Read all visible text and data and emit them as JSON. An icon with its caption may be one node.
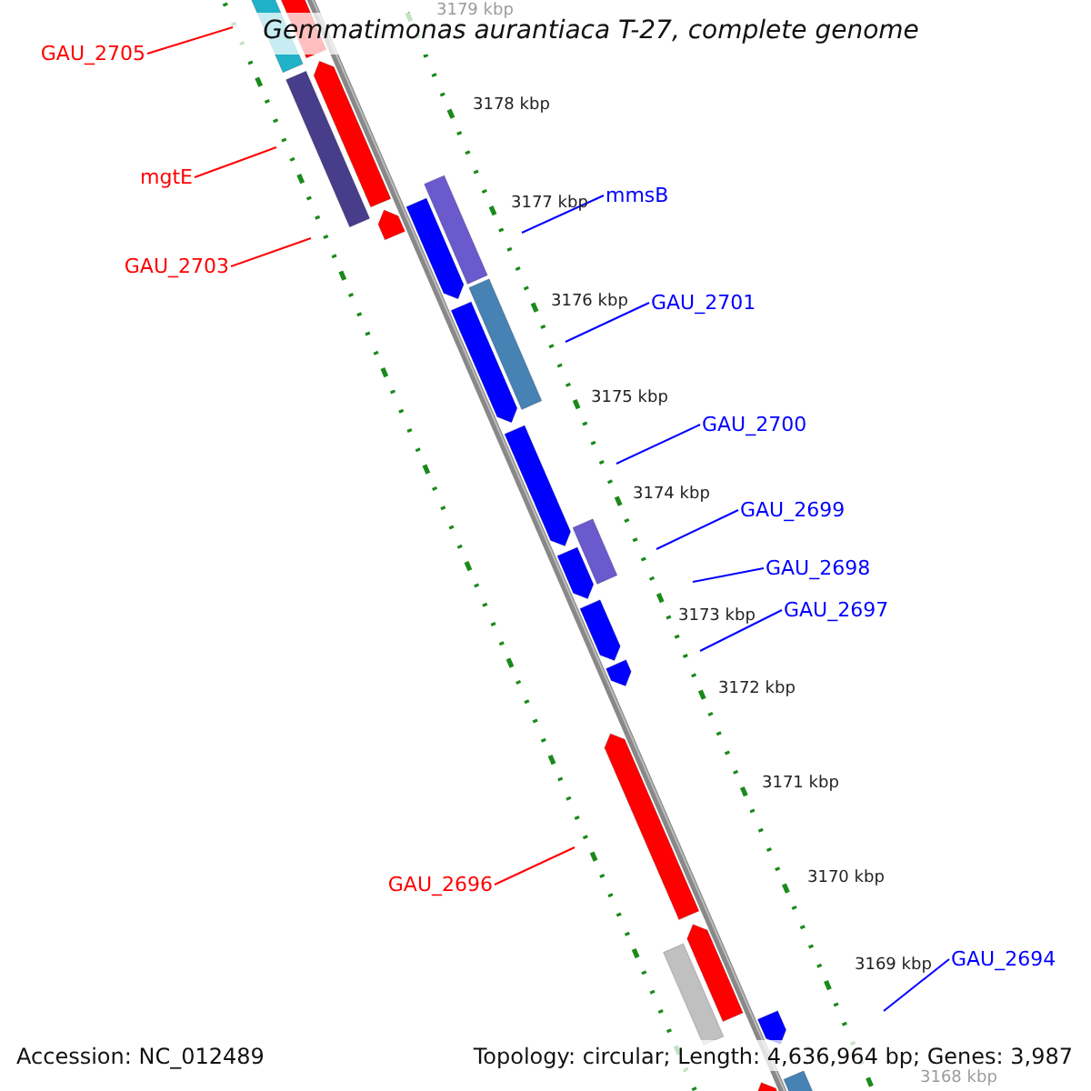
{
  "diagram": {
    "title": "Gemmatimonas aurantiaca T-27, complete genome",
    "nodes": [
      {
        "text": [
          "GAU_2705"
        ]
      },
      {
        "text": [
          "mgtE"
        ]
      },
      {
        "text": [
          "mmsB"
        ]
      },
      {
        "text": [
          "GAU_2703"
        ]
      },
      {
        "text": [
          "GAU_2701"
        ]
      },
      {
        "text": [
          "GAU_2700"
        ]
      },
      {
        "text": [
          "GAU_2699"
        ]
      },
      {
        "text": [
          "GAU_2698"
        ]
      },
      {
        "text": [
          "GAU_2697"
        ]
      },
      {
        "text": [
          "GAU_2696"
        ]
      },
      {
        "text": [
          "GAU_2694"
        ]
      }
    ],
    "edges": [
      {
        "from": 0,
        "to": null,
        "arrow": "none",
        "color": "#ff0000"
      },
      {
        "from": 1,
        "to": null,
        "arrow": "none",
        "color": "#ff0000"
      },
      {
        "from": 2,
        "to": null,
        "arrow": "none"
      },
      {
        "from": 3,
        "to": null,
        "arrow": "none",
        "color": "#ff0000"
      },
      {
        "from": 4,
        "to": null,
        "arrow": "none"
      },
      {
        "from": 5,
        "to": null,
        "arrow": "none"
      },
      {
        "from": 6,
        "to": null,
        "arrow": "none"
      },
      {
        "from": 7,
        "to": null,
        "arrow": "none"
      },
      {
        "from": 8,
        "to": null,
        "arrow": "none"
      },
      {
        "from": 9,
        "to": null,
        "arrow": "none",
        "color": "#ff0000"
      },
      {
        "from": 10,
        "to": null,
        "arrow": "none"
      }
    ],
    "labels": [
      "3179 kbp",
      "3178 kbp",
      "3177 kbp",
      "3176 kbp",
      "3175 kbp",
      "3174 kbp",
      "3173 kbp",
      "3172 kbp",
      "3171 kbp",
      "3170 kbp",
      "3169 kbp",
      "3168 kbp",
      "Accession: NC_012489",
      "Topology: circular; Length: 4,636,964 bp; Genes: 3,987"
    ]
  }
}
